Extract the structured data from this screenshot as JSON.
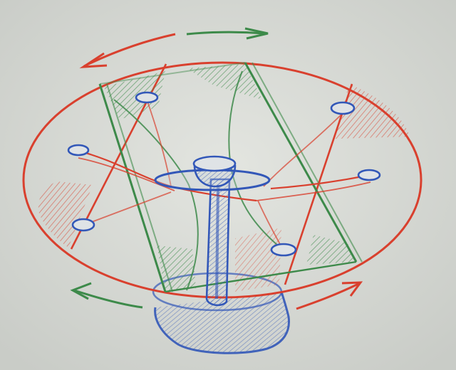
{
  "colors": {
    "board": "#d6d8d3",
    "red": "#d9402e",
    "green": "#3d8a4a",
    "blue": "#3257b8"
  },
  "elements": [
    "rotating-red-disc",
    "green-counter-rotating-frame",
    "blue-central-shaft",
    "blue-top-hub-disc",
    "blue-base-pedestal",
    "blue-peg-markers",
    "green-rotation-arrow-top",
    "red-rotation-arrow-top",
    "green-rotation-arrow-bottom",
    "red-rotation-arrow-bottom"
  ]
}
